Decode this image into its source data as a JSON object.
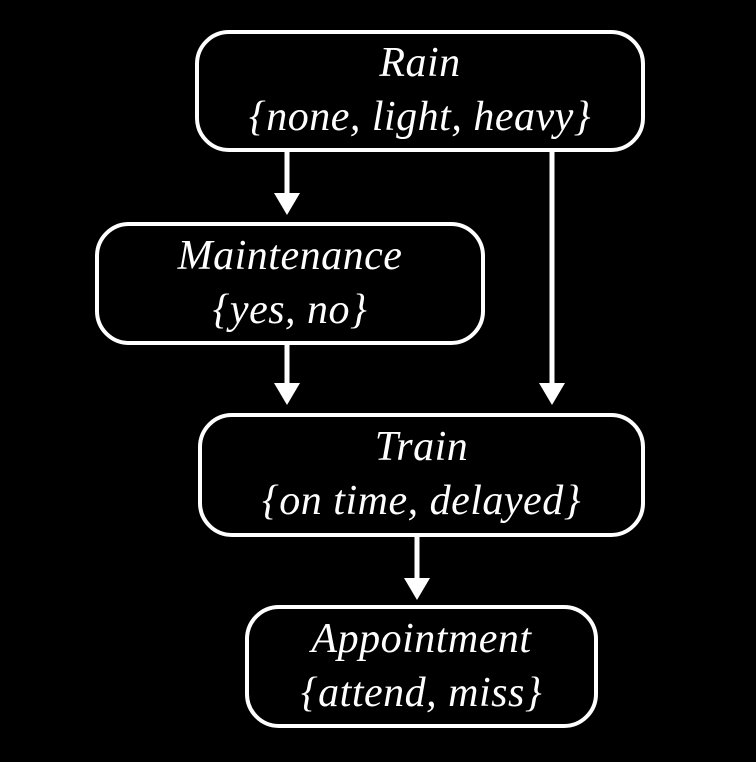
{
  "diagram": {
    "type": "bayesian-network",
    "colors": {
      "background": "#000000",
      "node_border": "#ffffff",
      "text": "#ffffff",
      "arrow": "#ffffff"
    },
    "nodes": [
      {
        "id": "rain",
        "label": "Rain",
        "values": "{none, light, heavy}"
      },
      {
        "id": "maintenance",
        "label": "Maintenance",
        "values": "{yes, no}"
      },
      {
        "id": "train",
        "label": "Train",
        "values": "{on time, delayed}"
      },
      {
        "id": "appointment",
        "label": "Appointment",
        "values": "{attend, miss}"
      }
    ],
    "edges": [
      {
        "from": "rain",
        "to": "maintenance"
      },
      {
        "from": "rain",
        "to": "train"
      },
      {
        "from": "maintenance",
        "to": "train"
      },
      {
        "from": "train",
        "to": "appointment"
      }
    ]
  }
}
